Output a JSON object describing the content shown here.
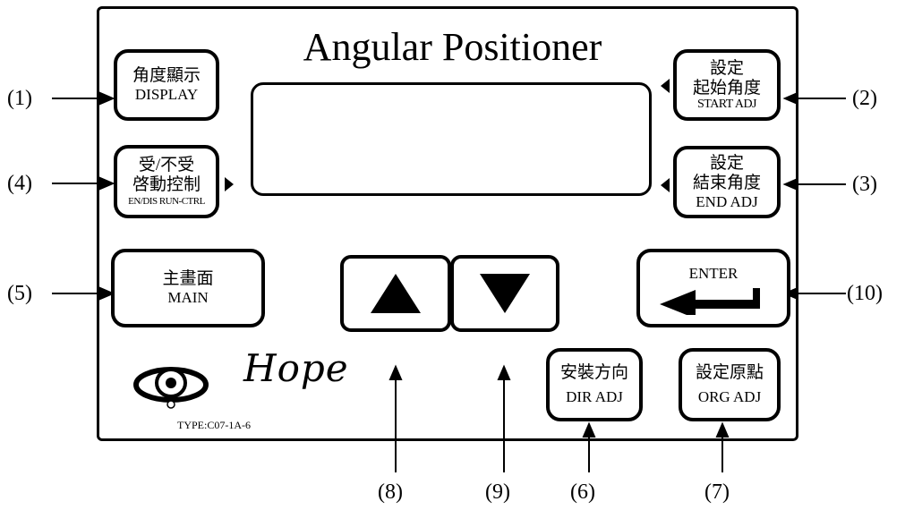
{
  "panel": {
    "title": "Angular Positioner",
    "brand": "Hope",
    "type_label": "TYPE:C07-1A-6"
  },
  "buttons": {
    "display": {
      "zh": "角度顯示",
      "en": "DISPLAY"
    },
    "start_adj": {
      "zh1": "設定",
      "zh2": "起始角度",
      "en": "START ADJ"
    },
    "end_adj": {
      "zh1": "設定",
      "zh2": "結束角度",
      "en": "END ADJ"
    },
    "run_ctrl": {
      "zh1": "受/不受",
      "zh2": "啓動控制",
      "en": "EN/DIS RUN-CTRL"
    },
    "main": {
      "zh": "主畫面",
      "en": "MAIN"
    },
    "enter": {
      "en": "ENTER"
    },
    "dir_adj": {
      "zh": "安裝方向",
      "en": "DIR ADJ"
    },
    "org_adj": {
      "zh": "設定原點",
      "en": "ORG ADJ"
    }
  },
  "callouts": {
    "c1": "(1)",
    "c2": "(2)",
    "c3": "(3)",
    "c4": "(4)",
    "c5": "(5)",
    "c6": "(6)",
    "c7": "(7)",
    "c8": "(8)",
    "c9": "(9)",
    "c10": "(10)"
  },
  "icons": {
    "up": "up-triangle-icon",
    "down": "down-triangle-icon",
    "enter": "enter-arrow-icon",
    "logo": "eye-logo-icon"
  }
}
